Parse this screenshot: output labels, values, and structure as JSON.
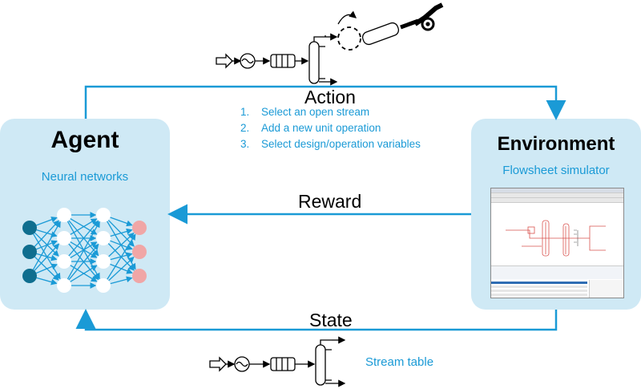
{
  "agent": {
    "title": "Agent",
    "subtitle": "Neural networks"
  },
  "environment": {
    "title": "Environment",
    "subtitle": "Flowsheet simulator"
  },
  "edges": {
    "action": "Action",
    "reward": "Reward",
    "state": "State"
  },
  "action_steps": [
    {
      "num": "1.",
      "text": "Select an open stream"
    },
    {
      "num": "2.",
      "text": "Add a new unit operation"
    },
    {
      "num": "3.",
      "text": "Select design/operation variables"
    }
  ],
  "stream_table_label": "Stream table",
  "colors": {
    "arrow": "#1a9ad6",
    "box_fill": "#cfe9f5",
    "accent_text": "#1a9ad6",
    "input_node": "#0f6e8f",
    "hidden_node": "#ffffff",
    "output_node": "#f0a6a6"
  }
}
